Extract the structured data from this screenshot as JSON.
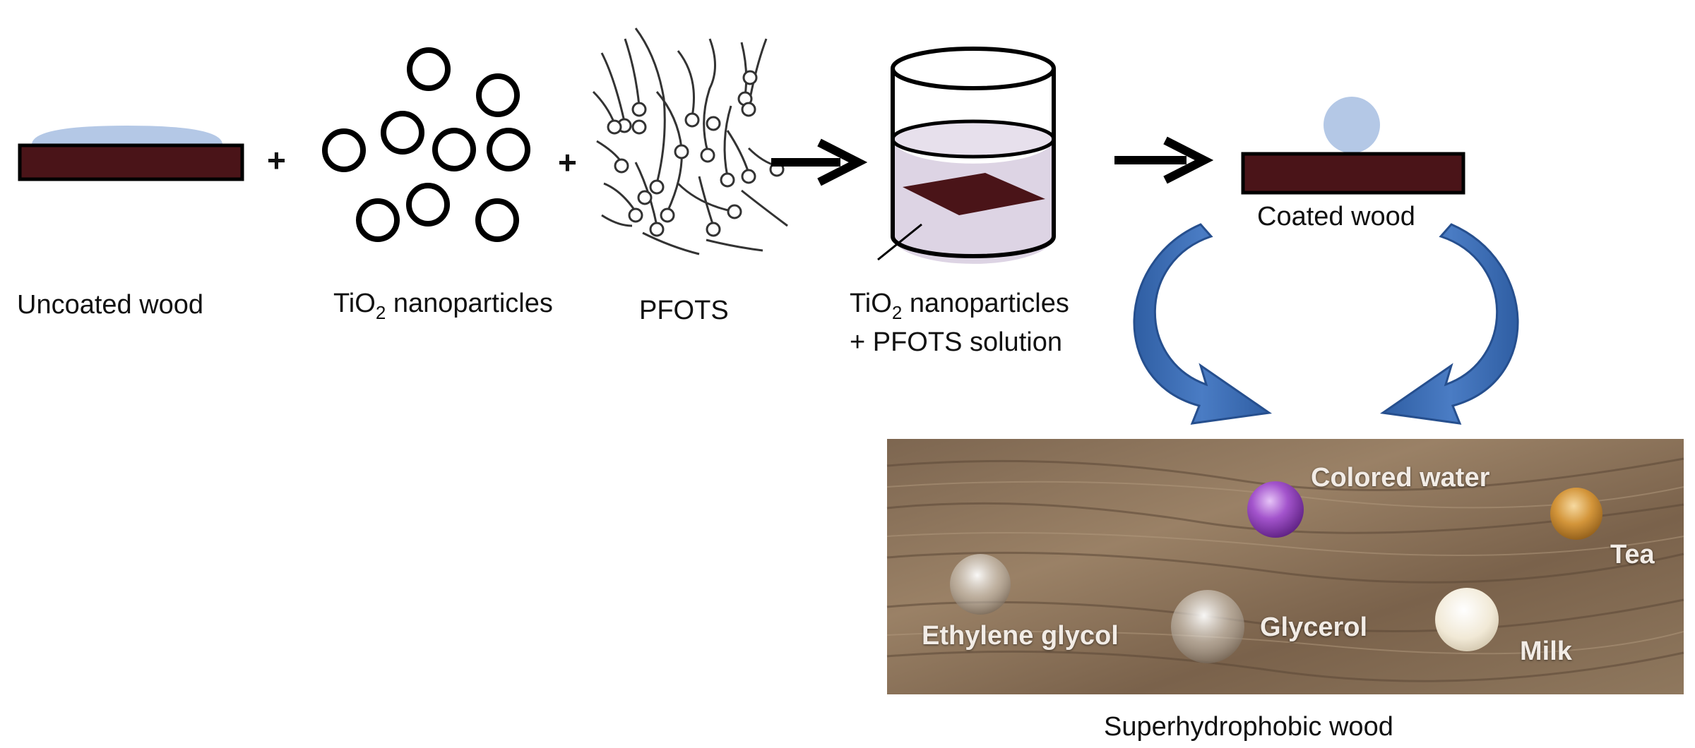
{
  "labels": {
    "uncoated": "Uncoated wood",
    "tio2_prefix": "TiO",
    "tio2_sub": "2",
    "tio2_suffix": " nanoparticles",
    "pfots": "PFOTS",
    "solution_line2": "+ PFOTS solution",
    "coated": "Coated wood",
    "superhydrophobic": "Superhydrophobic wood"
  },
  "operators": {
    "plus": "+"
  },
  "photo_labels": {
    "colored_water": "Colored water",
    "tea": "Tea",
    "ethylene_glycol": "Ethylene glycol",
    "glycerol": "Glycerol",
    "milk": "Milk"
  },
  "colors": {
    "wood": "#4a1418",
    "droplet": "#b4c8e6",
    "solution": "#ddd4e4",
    "curved_arrow": "#3a6cb0",
    "photo_wood": "#8b7258",
    "drop_purple": "#9a4fc4",
    "drop_tea": "#d79a3c",
    "drop_milk": "#f3ecdc"
  },
  "icons": {
    "arrow": "right-arrow-icon",
    "curved_arrow": "curved-arrow-icon"
  }
}
